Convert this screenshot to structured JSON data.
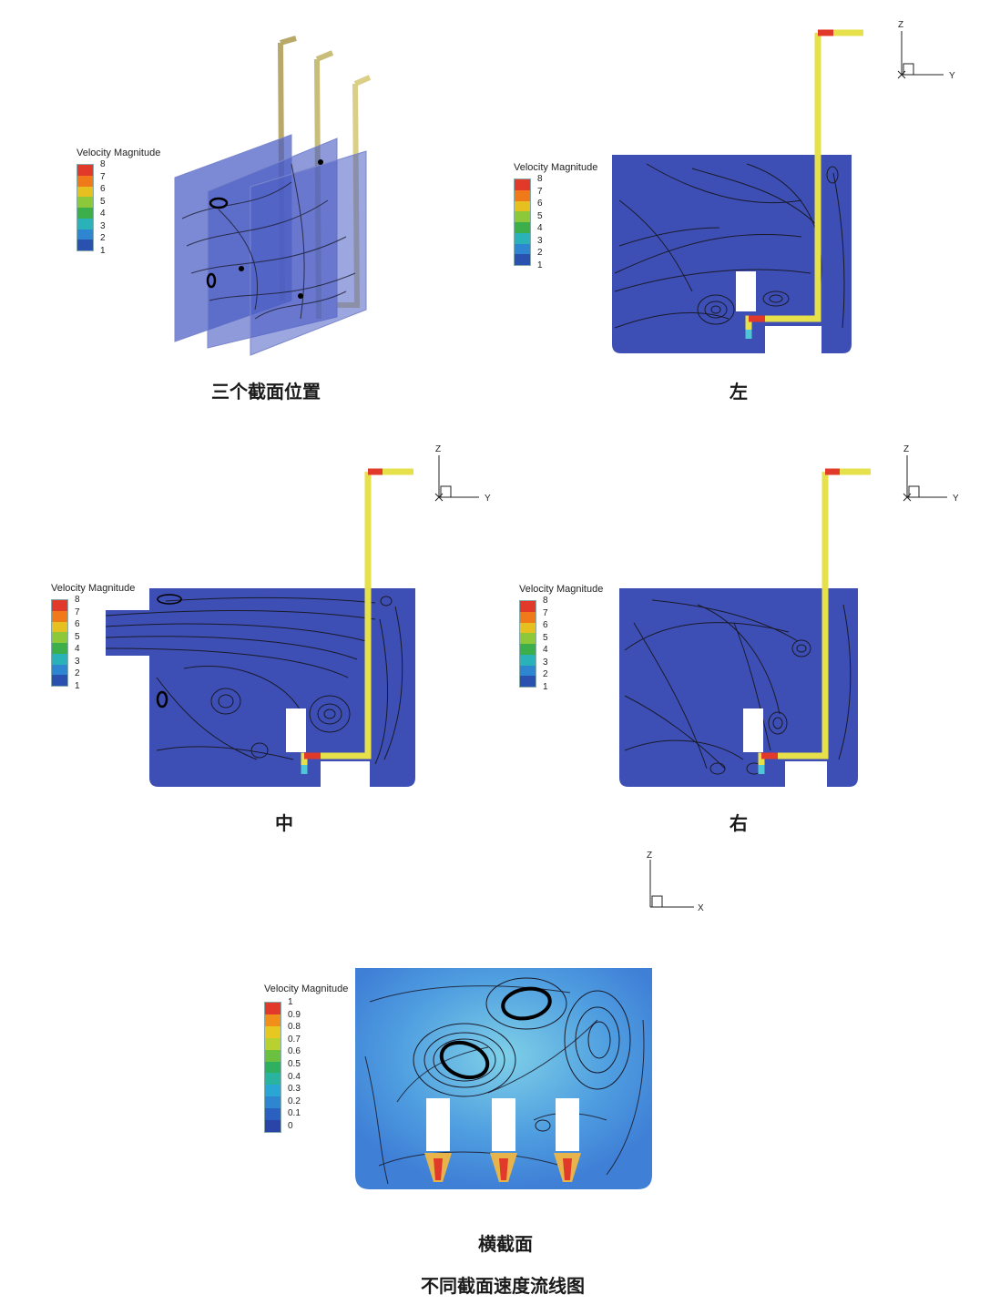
{
  "legend_title": "Velocity Magnitude",
  "legend_ticks_main": [
    "8",
    "7",
    "6",
    "5",
    "4",
    "3",
    "2",
    "1"
  ],
  "legend_ticks_cross": [
    "1",
    "0.9",
    "0.8",
    "0.7",
    "0.6",
    "0.5",
    "0.4",
    "0.3",
    "0.2",
    "0.1",
    "0"
  ],
  "colors": {
    "domain_blue": "#3d4fb4",
    "translucent_blue": "#4a5cc4",
    "pipe_yellow": "#e6e04a",
    "pipe_red": "#e23a2a",
    "streamline": "#1a1a2a",
    "cross_bg": "#3f7fd6",
    "cross_light": "#7fd0e8"
  },
  "axes": {
    "z": "Z",
    "y": "Y",
    "x": "X"
  },
  "captions": {
    "positions": "三个截面位置",
    "left": "左",
    "middle": "中",
    "right": "右",
    "cross": "横截面",
    "figure": "不同截面速度流线图"
  }
}
